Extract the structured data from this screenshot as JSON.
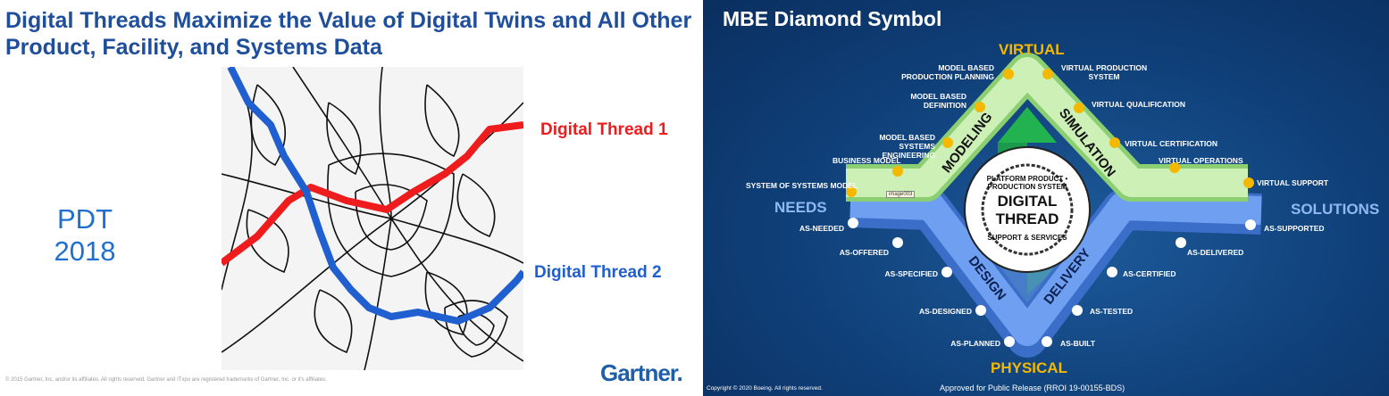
{
  "left_slide": {
    "title": "Digital Threads Maximize the Value of Digital Twins and All Other Product, Facility, and Systems Data",
    "pdt": "PDT",
    "year": "2018",
    "thread1": "Digital Thread 1",
    "thread2": "Digital Thread 2",
    "copyright": "© 2015 Gartner, Inc. and/or its affiliates. All rights reserved. Gartner and ITxpo are registered trademarks of Gartner, Inc. or it's affiliates.",
    "logo": "Gartner.",
    "colors": {
      "thread1": "#ee1c1c",
      "thread2": "#1f5fd0",
      "title": "#1f4e9a"
    }
  },
  "right_slide": {
    "title": "MBE Diamond Symbol",
    "virtual": "VIRTUAL",
    "physical": "PHYSICAL",
    "needs": "NEEDS",
    "solutions": "SOLUTIONS",
    "modeling": "MODELING",
    "simulation": "SIMULATION",
    "design": "DESIGN",
    "delivery": "DELIVERY",
    "center": {
      "line1": "DIGITAL",
      "line2": "THREAD",
      "ring_top": "PLATFORM PRODUCT • PRODUCTION SYSTEM",
      "ring_bottom": "SUPPORT & SERVICES"
    },
    "tooltip": "image003",
    "virtual_left": [
      "MODEL BASED PRODUCTION PLANNING",
      "MODEL BASED DEFINITION",
      "MODEL BASED SYSTEMS ENGINEERING",
      "BUSINESS MODEL",
      "SYSTEM OF SYSTEMS MODEL"
    ],
    "virtual_right": [
      "VIRTUAL PRODUCTION SYSTEM",
      "VIRTUAL QUALIFICATION",
      "VIRTUAL CERTIFICATION",
      "VIRTUAL OPERATIONS",
      "VIRTUAL SUPPORT"
    ],
    "physical_left": [
      "AS-NEEDED",
      "AS-OFFERED",
      "AS-SPECIFIED",
      "AS-DESIGNED",
      "AS-PLANNED"
    ],
    "physical_right": [
      "AS-SUPPORTED",
      "AS-DELIVERED",
      "AS-CERTIFIED",
      "AS-TESTED",
      "AS-BUILT"
    ],
    "copyright": "Copyright © 2020 Boeing. All rights reserved.",
    "approval": "Approved for Public Release (RROI 19-00155-BDS)",
    "colors": {
      "accent": "#f5b800",
      "band_green": "#c9efb0",
      "band_blue": "#5b8fe0",
      "background": "#0f3f78"
    }
  }
}
